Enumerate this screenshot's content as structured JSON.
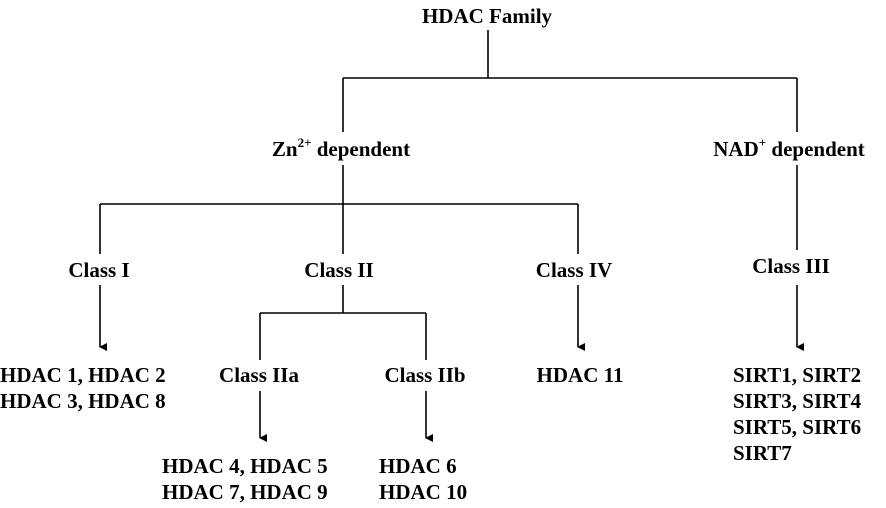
{
  "root": {
    "label": "HDAC Family"
  },
  "branches": {
    "zn": {
      "prefix": "Zn",
      "sup": "2+",
      "suffix": " dependent"
    },
    "nad": {
      "prefix": "NAD",
      "sup": "+",
      "suffix": " dependent"
    }
  },
  "classes": {
    "class_i": "Class I",
    "class_ii": "Class II",
    "class_iv": "Class IV",
    "class_iii": "Class III",
    "class_iia": "Class IIa",
    "class_iib": "Class IIb"
  },
  "members": {
    "class_i": [
      "HDAC 1, HDAC 2",
      "HDAC 3, HDAC 8"
    ],
    "class_iia": [
      "HDAC 4, HDAC 5",
      "HDAC 7, HDAC 9"
    ],
    "class_iib": [
      "HDAC 6",
      "HDAC 10"
    ],
    "class_iv": [
      "HDAC 11"
    ],
    "class_iii": [
      "SIRT1, SIRT2",
      "SIRT3, SIRT4",
      "SIRT5, SIRT6",
      "SIRT7"
    ]
  },
  "colors": {
    "line": "#000000",
    "text": "#000000",
    "background": "#ffffff"
  }
}
